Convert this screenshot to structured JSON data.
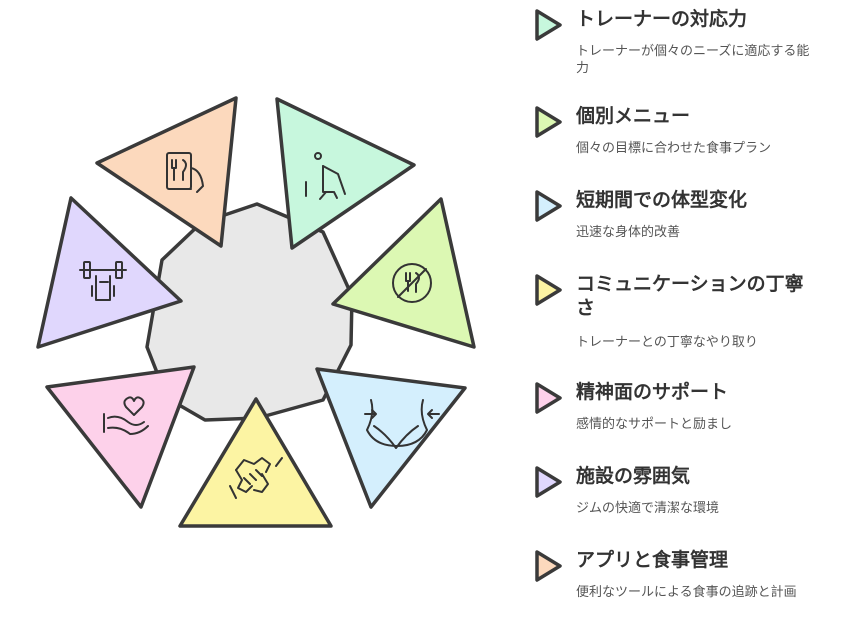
{
  "colors": {
    "center_fill": "#e8e8e8",
    "outline": "#3a3a3a"
  },
  "segments": [
    {
      "id": "trainer",
      "color": "#fcd9bd",
      "icon": "menu-book-icon"
    },
    {
      "id": "menu",
      "color": "#c7f7dd",
      "icon": "stretching-person-icon"
    },
    {
      "id": "bodyshape",
      "color": "#dcf8b3",
      "icon": "no-eating-icon"
    },
    {
      "id": "communication",
      "color": "#d4effd",
      "icon": "waist-icon"
    },
    {
      "id": "mental",
      "color": "#fcf4a3",
      "icon": "handshake-icon"
    },
    {
      "id": "facility",
      "color": "#fdd1ea",
      "icon": "hand-heart-icon"
    },
    {
      "id": "app",
      "color": "#e0d7fd",
      "icon": "bench-press-icon"
    }
  ],
  "legend": [
    {
      "title": "トレーナーの対応力",
      "desc": "トレーナーが個々のニーズに適応する能力",
      "color": "#c7f7dd"
    },
    {
      "title": "個別メニュー",
      "desc": "個々の目標に合わせた食事プラン",
      "color": "#dcf8b3"
    },
    {
      "title": "短期間での体型変化",
      "desc": "迅速な身体的改善",
      "color": "#d4effd"
    },
    {
      "title": "コミュニケーションの丁寧さ",
      "desc": "トレーナーとの丁寧なやり取り",
      "color": "#fcf4a3"
    },
    {
      "title": "精神面のサポート",
      "desc": "感情的なサポートと励まし",
      "color": "#fdd1ea"
    },
    {
      "title": "施設の雰囲気",
      "desc": "ジムの快適で清潔な環境",
      "color": "#e0d7fd"
    },
    {
      "title": "アプリと食事管理",
      "desc": "便利なツールによる食事の追跡と計画",
      "color": "#fcd9bd"
    }
  ]
}
